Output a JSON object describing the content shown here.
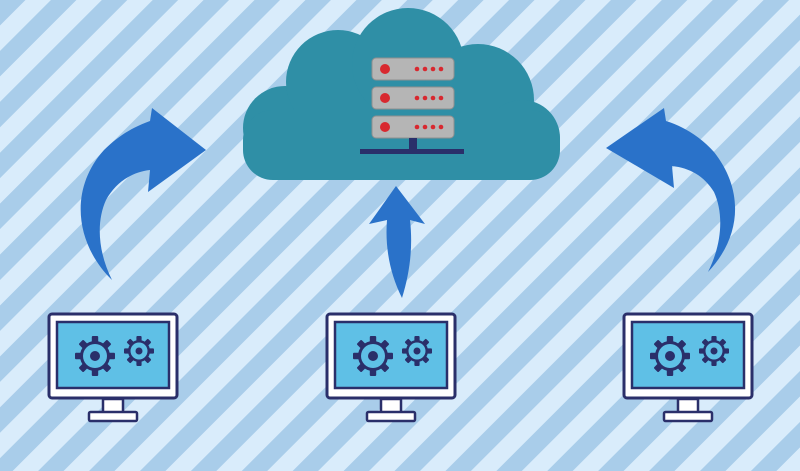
{
  "diagram": {
    "description_nodes": {
      "cloud": {
        "icon": "cloud-icon",
        "contains": "server-icon",
        "server_units": 3
      },
      "clients": [
        {
          "icon": "desktop-monitor-icon",
          "detail": "gears-icon"
        },
        {
          "icon": "desktop-monitor-icon",
          "detail": "gears-icon"
        },
        {
          "icon": "desktop-monitor-icon",
          "detail": "gears-icon"
        }
      ],
      "arrows": [
        "arrow-left-to-cloud",
        "arrow-center-to-cloud",
        "arrow-right-to-cloud"
      ]
    },
    "colors": {
      "background_light": "#d9ecfb",
      "background_stripe": "#a9cdea",
      "cloud": "#2f8fa6",
      "server_body": "#b5b5b5",
      "server_led": "#d8282f",
      "arrow": "#2a72c9",
      "monitor_frame": "#ffffff",
      "monitor_outline": "#2a2f6a",
      "monitor_screen": "#5fc0e6",
      "gear_fill": "#5fc0e6"
    }
  }
}
